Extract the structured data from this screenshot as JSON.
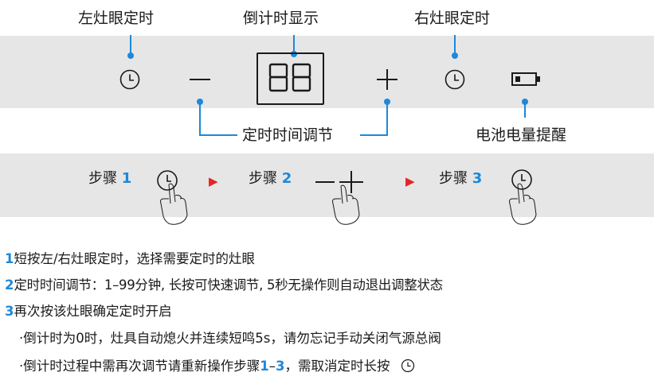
{
  "labels": {
    "left_timer": "左灶眼定时",
    "countdown_display": "倒计时显示",
    "right_timer": "右灶眼定时",
    "time_adjust": "定时时间调节",
    "battery_reminder": "电池电量提醒"
  },
  "display": {
    "digits": "88"
  },
  "steps": [
    {
      "prefix": "步骤",
      "num": "1"
    },
    {
      "prefix": "步骤",
      "num": "2"
    },
    {
      "prefix": "步骤",
      "num": "3"
    }
  ],
  "instructions": [
    {
      "num": "1",
      "text": "短按左/右灶眼定时，选择需要定时的灶眼"
    },
    {
      "num": "2",
      "text": "定时时间调节：1–99分钟, 长按可快速调节, 5秒无操作则自动退出调整状态"
    },
    {
      "num": "3",
      "text": "再次按该灶眼确定定时开启"
    }
  ],
  "notes": {
    "note1": "·倒计时为0时，灶具自动熄火并连续短鸣5s，请勿忘记手动关闭气源总阀",
    "note2_pre": "·倒计时过程中需再次调节请重新操作步骤",
    "note2_range_a": "1",
    "note2_dash": "–",
    "note2_range_b": "3",
    "note2_post": "，需取消定时长按"
  },
  "colors": {
    "accent": "#1e88d9",
    "arrow": "#e52520",
    "panel": "#e6e6e6"
  }
}
